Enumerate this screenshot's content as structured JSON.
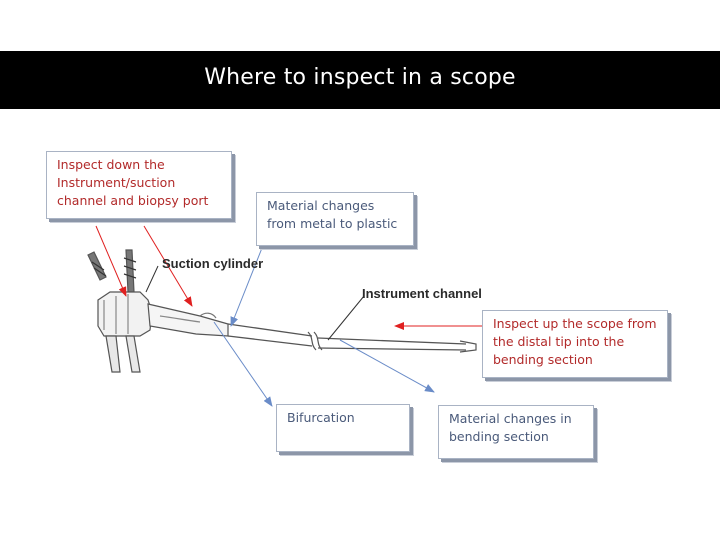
{
  "title": "Where to inspect in a scope",
  "callouts": {
    "inspect_channel": {
      "lines": [
        "Inspect down the",
        "Instrument/suction",
        "channel and biopsy port"
      ]
    },
    "material_metal_plastic": {
      "lines": [
        "Material changes",
        "from metal to plastic"
      ]
    },
    "inspect_distal": {
      "lines": [
        "Inspect up the scope from",
        "the distal tip into the",
        "bending section"
      ]
    },
    "bifurcation": {
      "lines": [
        "Bifurcation"
      ]
    },
    "material_bending": {
      "lines": [
        "Material changes in",
        "bending section"
      ]
    }
  },
  "components": {
    "suction_cylinder": "Suction cylinder",
    "instrument_channel": "Instrument channel"
  },
  "colors": {
    "title_bar": "#000000",
    "title_text": "#ffffff",
    "red_arrow": "#e02020",
    "blue_arrow": "#6a8cc8",
    "box_border": "#a9b3c4"
  }
}
